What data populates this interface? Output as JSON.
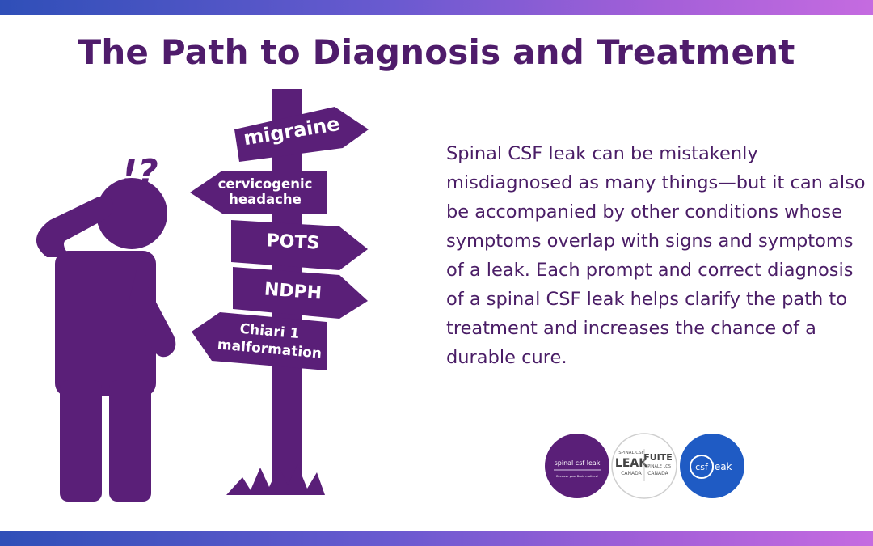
{
  "title": "The Path to Diagnosis and Treatment",
  "thought_marks": "!?",
  "signs": [
    {
      "lines": [
        "migraine"
      ]
    },
    {
      "lines": [
        "cervicogenic",
        "headache"
      ]
    },
    {
      "lines": [
        "POTS"
      ]
    },
    {
      "lines": [
        "NDPH"
      ]
    },
    {
      "lines": [
        "Chiari 1",
        "malformation"
      ]
    }
  ],
  "body": "Spinal CSF leak can be mistakenly misdiagnosed as many things—but it can also be accompanied by other conditions whose symptoms overlap with signs and symptoms of a leak. Each prompt and correct diagnosis of a spinal CSF leak helps clarify the path to treatment and increases the chance of a durable cure.",
  "logos": {
    "logo1": {
      "name": "spinal csf leak",
      "tagline": "Because your Brain matters!"
    },
    "logo2": {
      "top": "SPINAL CSF",
      "main": "LEAK",
      "sub": "CANADA",
      "fr_main": "FUITE",
      "fr_sub1": "SPINALE LCS",
      "fr_sub2": "CANADA"
    },
    "logo3": {
      "main": "csf",
      "second": "leak"
    }
  },
  "colors": {
    "purple": "#5a1f78",
    "title": "#4f1c6b",
    "text": "#4a1d66",
    "blue": "#1f5bc4"
  }
}
